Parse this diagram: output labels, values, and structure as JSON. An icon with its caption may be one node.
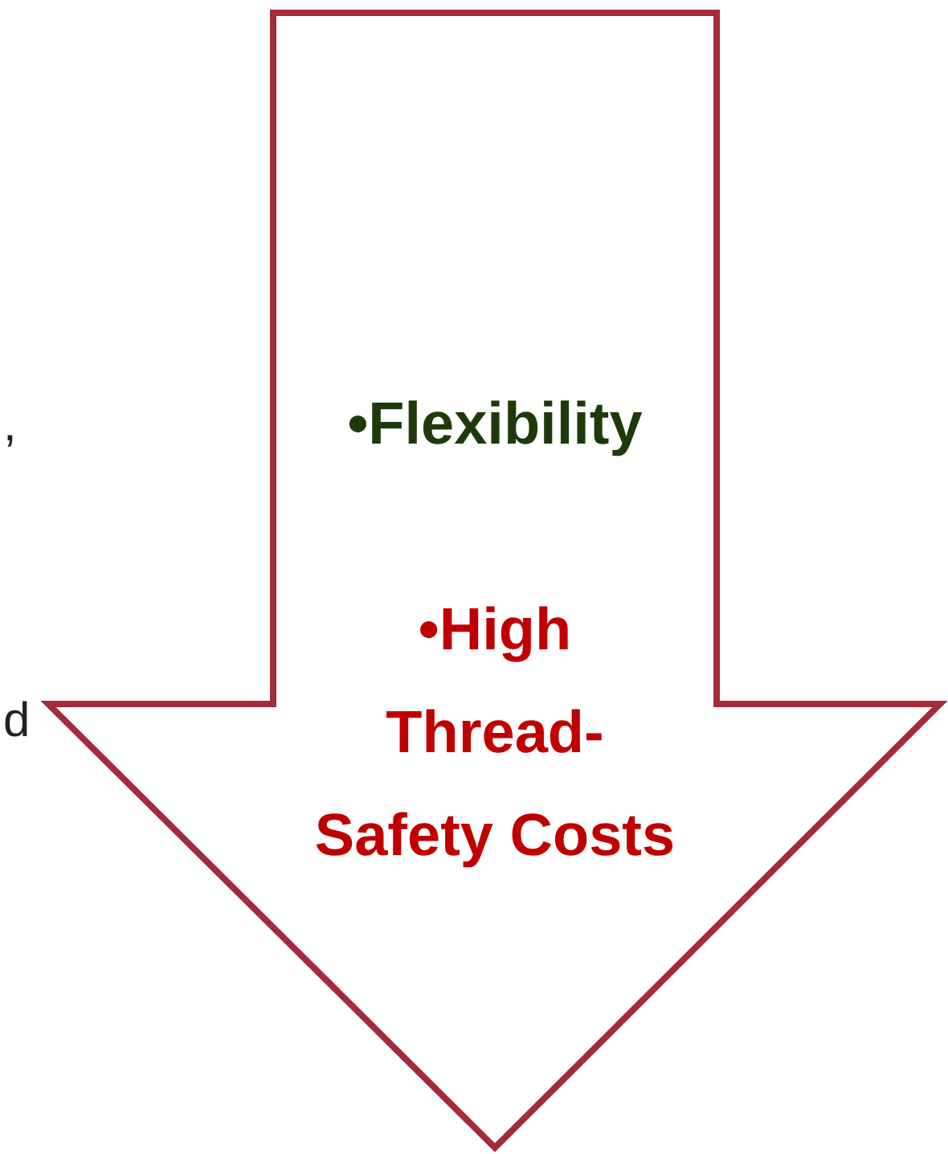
{
  "diagram": {
    "nodes": [
      {
        "text": [
          "•Flexibility",
          "•High Thread-Safety Costs"
        ]
      }
    ],
    "labels": [
      ",",
      "d"
    ]
  }
}
